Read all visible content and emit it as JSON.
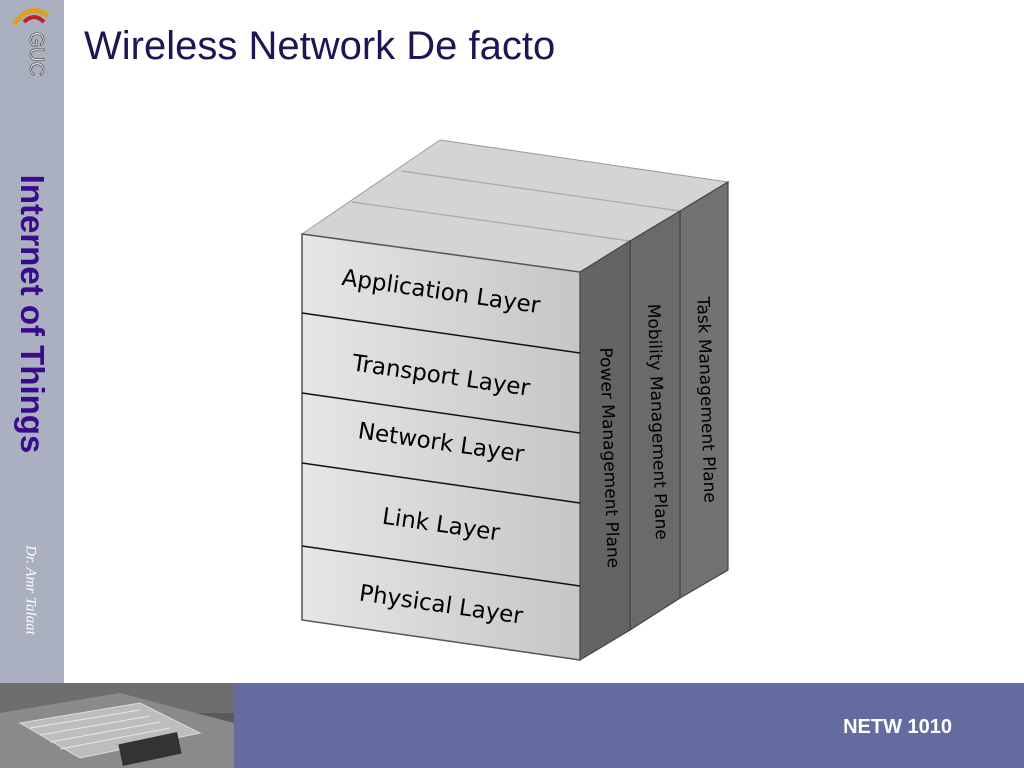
{
  "logo": {
    "text": "GUC",
    "icon": "guc-logo"
  },
  "sidebar": {
    "course_title": "Internet of Things",
    "author": "Dr. Amr Talaat"
  },
  "slide": {
    "title": "Wireless Network De facto"
  },
  "diagram": {
    "layers": [
      "Application Layer",
      "Transport Layer",
      "Network Layer",
      "Link Layer",
      "Physical Layer"
    ],
    "planes": [
      "Power Management Plane",
      "Mobility Management Plane",
      "Task Management Plane"
    ]
  },
  "footer": {
    "course_code": "NETW 1010",
    "image": "circuit-board-photo"
  },
  "colors": {
    "sidebar": "#aab0c0",
    "title": "#1f1553",
    "sidebar_title": "#3a0a8c",
    "footer_bar": "#636b9f"
  }
}
